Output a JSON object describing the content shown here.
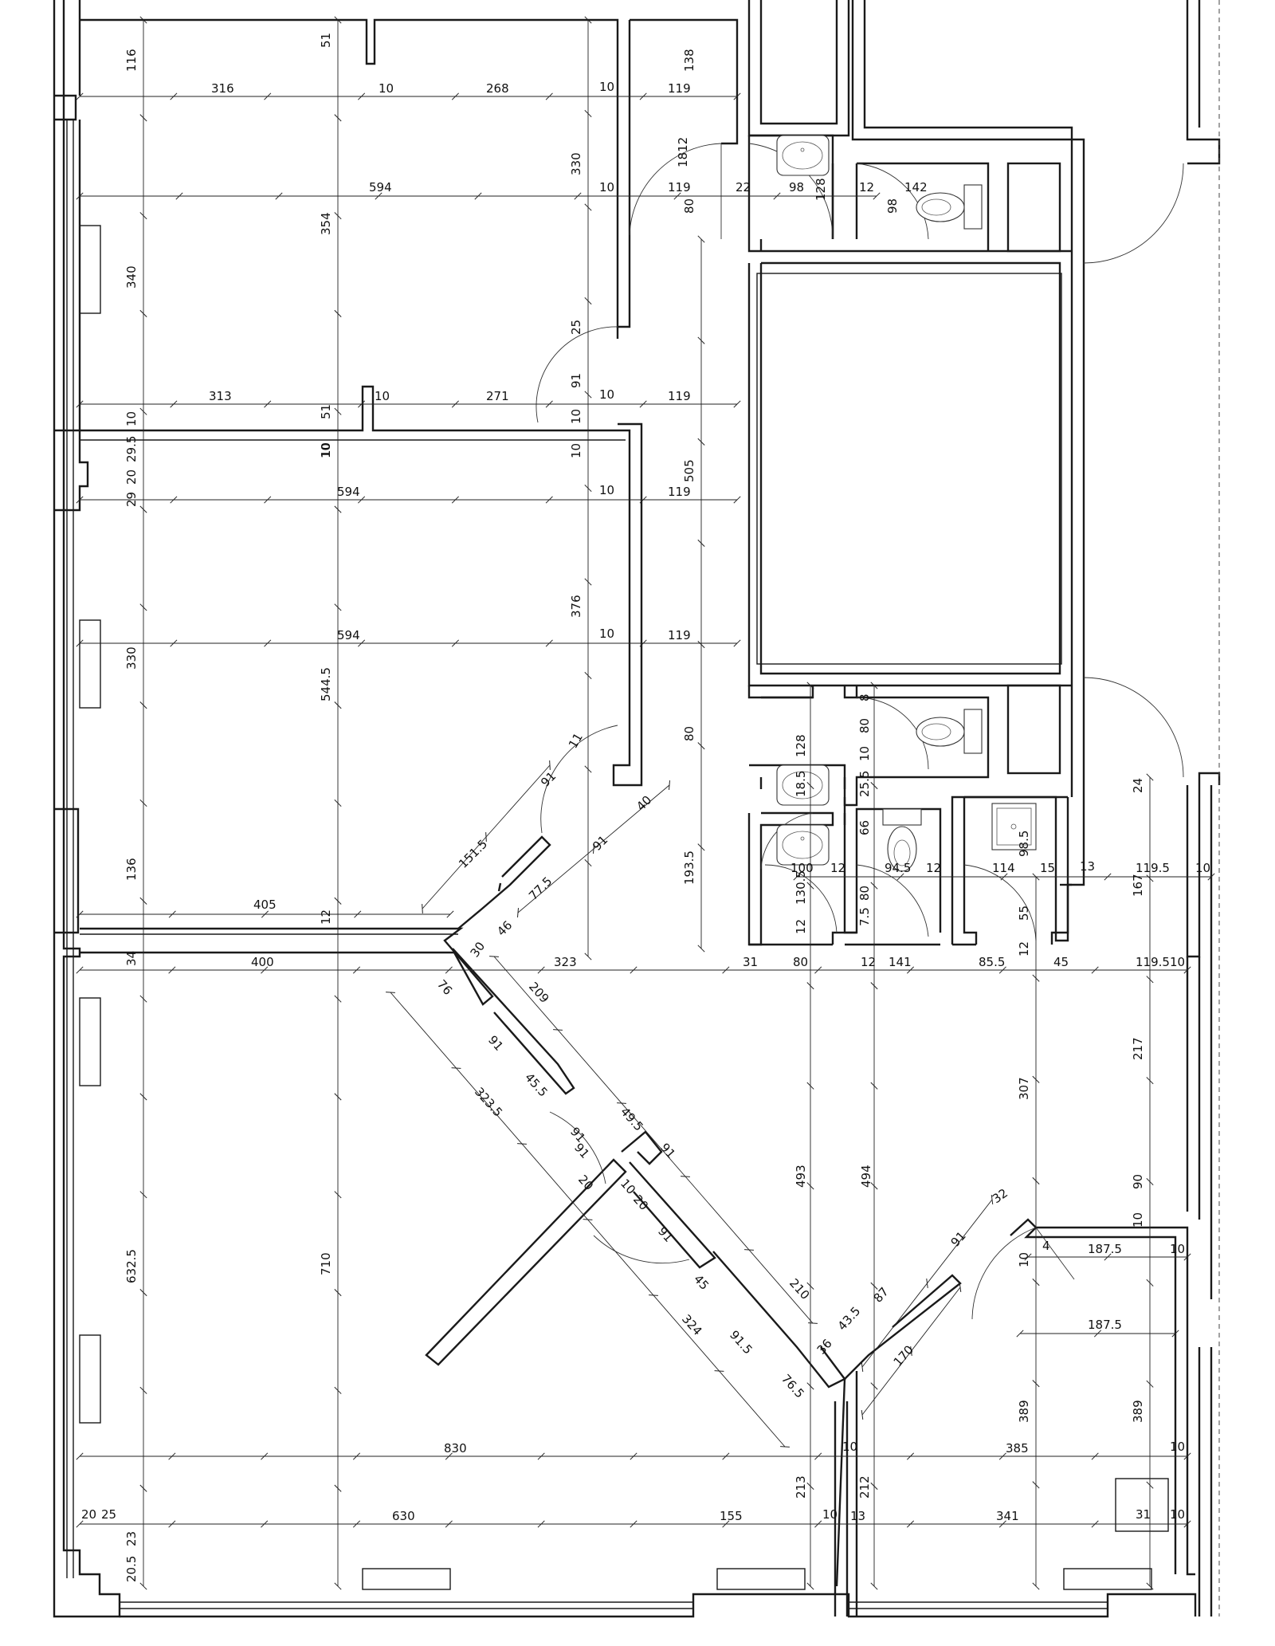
{
  "plan": {
    "dimensions": [
      "116",
      "51",
      "316",
      "10",
      "268",
      "10",
      "119",
      "138",
      "1812",
      "330",
      "594",
      "10",
      "119",
      "80",
      "22",
      "98",
      "128",
      "12",
      "142",
      "98",
      "340",
      "354",
      "25",
      "91",
      "313",
      "51",
      "10",
      "271",
      "10",
      "119",
      "10",
      "10",
      "505",
      "10",
      "29.5",
      "20",
      "29",
      "10",
      "594",
      "10",
      "10",
      "119",
      "376",
      "594",
      "10",
      "119",
      "330",
      "544.5",
      "80",
      "8",
      "80",
      "10",
      "128",
      "18.5",
      "25.5",
      "66",
      "98.5",
      "11",
      "91",
      "40",
      "91",
      "151.5",
      "77.5",
      "193.5",
      "136",
      "100",
      "12",
      "94.5",
      "12",
      "114",
      "15",
      "13",
      "119.5",
      "10",
      "24",
      "167",
      "405",
      "12",
      "46",
      "130.5",
      "80",
      "7.5",
      "12",
      "55",
      "12",
      "34",
      "400",
      "30",
      "323",
      "31",
      "80",
      "12",
      "141",
      "85.5",
      "45",
      "119.5",
      "10",
      "76",
      "209",
      "217",
      "91",
      "45.5",
      "323.5",
      "91",
      "307",
      "49.5",
      "91",
      "493",
      "494",
      "20",
      "10",
      "20",
      "91",
      "91",
      "10",
      "90",
      "32",
      "632.5",
      "710",
      "45",
      "210",
      "91",
      "87",
      "10",
      "4",
      "187.5",
      "10",
      "324",
      "91.5",
      "36",
      "43.5",
      "170",
      "187.5",
      "76.5",
      "389",
      "389",
      "830",
      "10",
      "385",
      "10",
      "213",
      "212",
      "20",
      "25",
      "630",
      "155",
      "10",
      "13",
      "341",
      "31",
      "10",
      "23",
      "20.5"
    ]
  }
}
